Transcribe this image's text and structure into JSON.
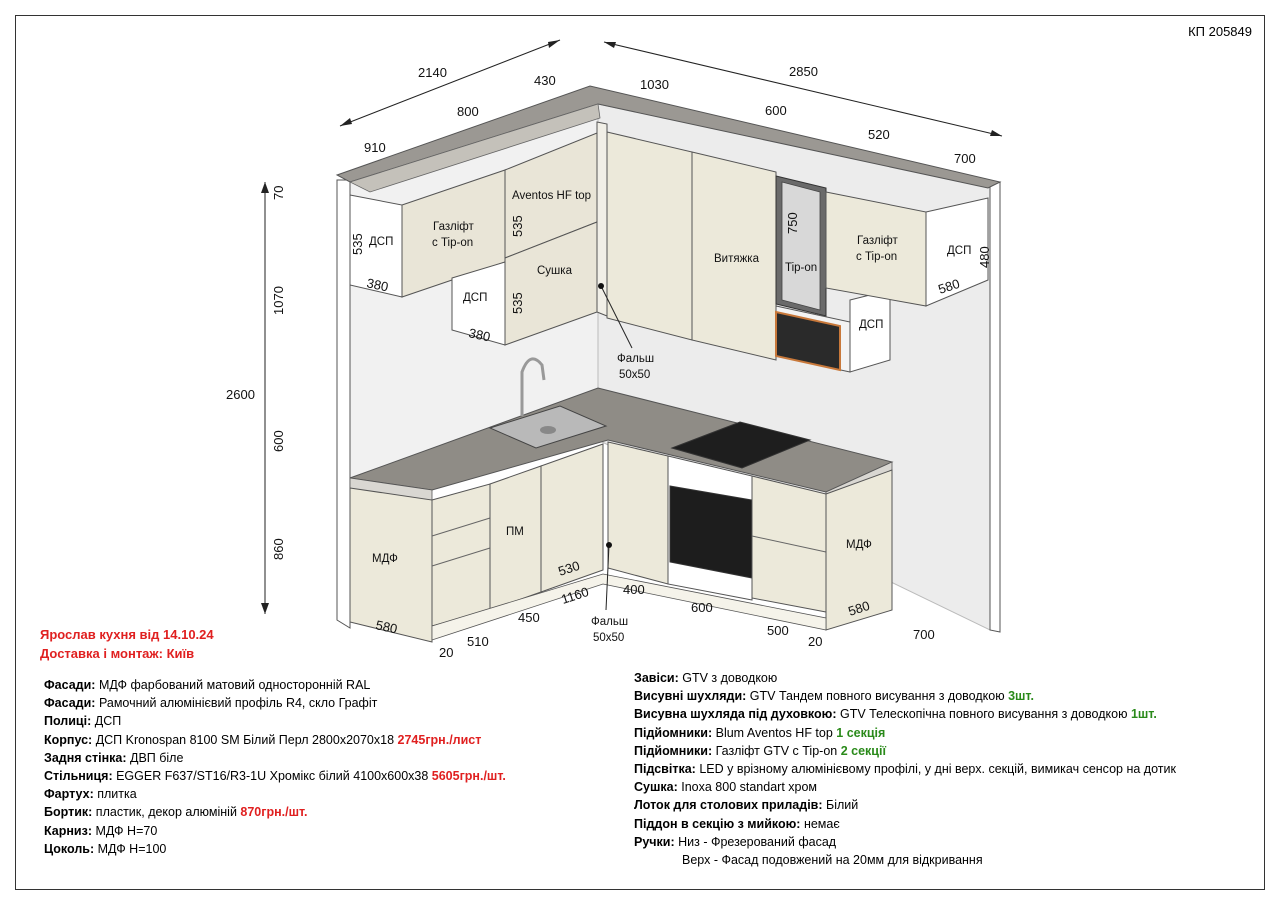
{
  "project_code": "КП 205849",
  "header": {
    "line1": "Ярослав кухня від 14.10.24",
    "line2": "Доставка і монтаж: Київ"
  },
  "dimensions": {
    "total_left": "2140",
    "total_right": "2850",
    "d430": "430",
    "d800": "800",
    "d910": "910",
    "d1030": "1030",
    "d600_top": "600",
    "d520": "520",
    "d700_top": "700",
    "h70": "70",
    "h1070": "1070",
    "h2600": "2600",
    "h600": "600",
    "h860": "860",
    "h535_left": "535",
    "h535_a": "535",
    "h535_b": "535",
    "h750": "750",
    "h480": "480",
    "d380_a": "380",
    "d380_b": "380",
    "d580_upper": "580",
    "d580_left": "580",
    "d580_right": "580",
    "d530": "530",
    "d1160": "1160",
    "d400": "400",
    "d600_bottom": "600",
    "d500": "500",
    "d20_right": "20",
    "d700_bottom": "700",
    "d450": "450",
    "d510": "510",
    "d20_left": "20"
  },
  "labels": {
    "dsp_left": "ДСП",
    "gaslift_left_1": "Газліфт",
    "gaslift_left_2": "с Tip-on",
    "aventos": "Aventos HF top",
    "sushka": "Сушка",
    "dsp_open": "ДСП",
    "vytyazhka": "Витяжка",
    "tipon": "Tip-on",
    "gaslift_right_1": "Газліфт",
    "gaslift_right_2": "с Tip-on",
    "dsp_right": "ДСП",
    "dsp_micro": "ДСП",
    "falsh_top_1": "Фальш",
    "falsh_top_2": "50х50",
    "falsh_bottom_1": "Фальш",
    "falsh_bottom_2": "50х50",
    "mdf_left": "МДФ",
    "pm": "ПМ",
    "mdf_right": "МДФ"
  },
  "specs_left": [
    {
      "label": "Фасади:",
      "text": " МДФ фарбований матовий односторонній RAL",
      "price": ""
    },
    {
      "label": "Фасади:",
      "text": " Рамочний алюмінієвий профіль R4, скло Графіт",
      "price": ""
    },
    {
      "label": "Полиці:",
      "text": " ДСП",
      "price": ""
    },
    {
      "label": "Корпус:",
      "text": " ДСП Kronospan 8100 SM Білий Перл 2800x2070x18 ",
      "price": "2745грн./лист"
    },
    {
      "label": "Задня стінка:",
      "text": " ДВП біле",
      "price": ""
    },
    {
      "label": "Стільниця:",
      "text": " EGGER F637/ST16/R3-1U Хромікс білий 4100х600х38 ",
      "price": "5605грн./шт."
    },
    {
      "label": "Фартух:",
      "text": " плитка",
      "price": ""
    },
    {
      "label": "Бортик:",
      "text": " пластик, декор алюміній ",
      "price": "870грн./шт."
    },
    {
      "label": "Карниз:",
      "text": " МДФ Н=70",
      "price": ""
    },
    {
      "label": "Цоколь:",
      "text": " МДФ Н=100",
      "price": ""
    }
  ],
  "specs_right": [
    {
      "label": "Завіси:",
      "text": " GTV з доводкою",
      "qty": ""
    },
    {
      "label": "Висувні шухляди:",
      "text": " GTV Тандем повного висування з доводкою ",
      "qty": "3шт."
    },
    {
      "label": "Висувна шухляда під духовкою:",
      "text": " GTV Телескопічна повного висування з доводкою ",
      "qty": "1шт."
    },
    {
      "label": "Підйомники:",
      "text": " Blum Aventos HF top ",
      "qty": "1 секція"
    },
    {
      "label": "Підйомники:",
      "text": " Газліфт GTV с Tip-on ",
      "qty": "2 секції"
    },
    {
      "label": "Підсвітка:",
      "text": " LED у врізному алюмінієвому профілі, у дні верх. секцій, вимикач сенсор на дотик",
      "qty": ""
    },
    {
      "label": "Сушка:",
      "text": " Inoxa 800 standart хром",
      "qty": ""
    },
    {
      "label": "Лоток для столових приладів:",
      "text": " Білий",
      "qty": ""
    },
    {
      "label": "Піддон в секцію з мийкою:",
      "text": " немає",
      "qty": ""
    },
    {
      "label": "Ручки:",
      "text": " Низ - Фрезерований фасад",
      "qty": ""
    }
  ],
  "handles_line2": "Верх - Фасад подовжений на 20мм для відкривання",
  "colors": {
    "facade": "#ece9da",
    "countertop": "#8f8c86",
    "wall": "#ededed",
    "price_red": "#e02020",
    "qty_green": "#2a8a1a"
  }
}
